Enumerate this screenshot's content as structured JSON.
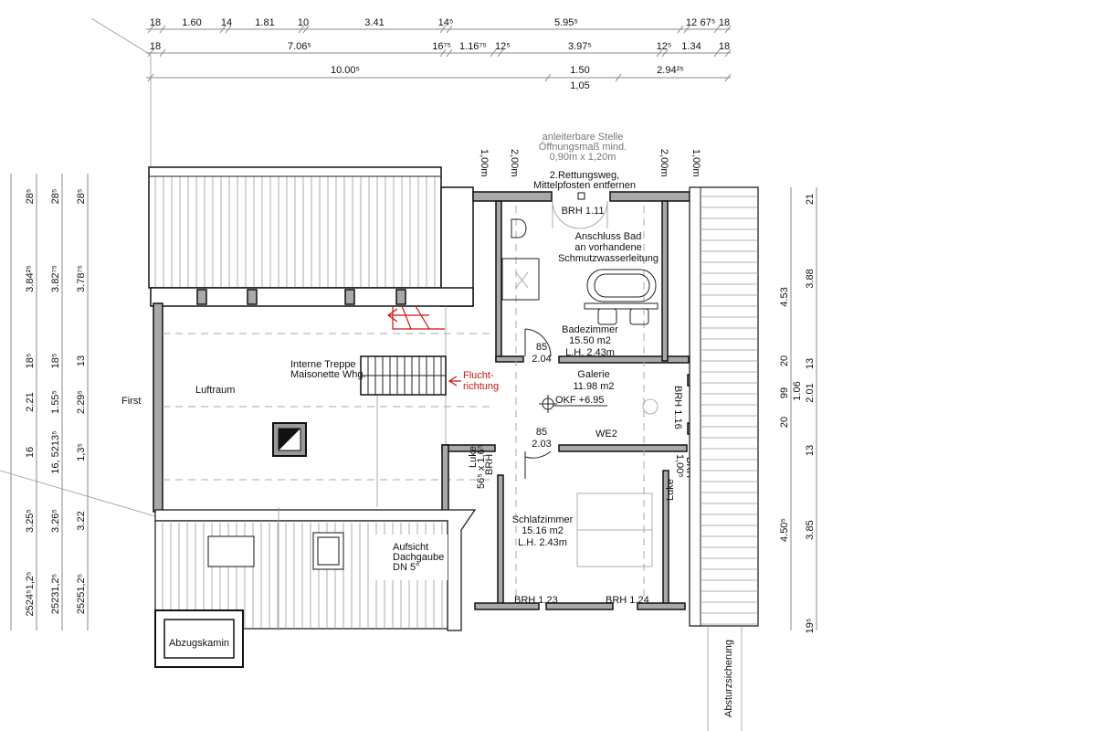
{
  "dimensions_top": {
    "row1": [
      "18",
      "1.60",
      "14",
      "1.81",
      "10",
      "3.41",
      "14⁵",
      "5.95⁵",
      "12",
      "67⁵",
      "18"
    ],
    "row2": [
      "18",
      "7.06⁵",
      "16⁷⁵",
      "1.16⁷⁵",
      "12⁵",
      "3.97⁵",
      "12⁵",
      "1.34",
      "18"
    ],
    "row3": [
      "10.00⁵",
      "1.50",
      "2.94²⁵"
    ],
    "row3_below": "1,05"
  },
  "dimensions_left": {
    "col1": [
      "28⁵",
      "3.84²⁵",
      "18⁵",
      "2.21",
      "16",
      "3.25⁵",
      "2524⁵1,2⁵"
    ],
    "col2": [
      "28⁵",
      "3.82⁷⁵",
      "18⁵",
      "1.55⁵",
      "16, 5213⁵",
      "3.26⁵",
      "25231,2⁵"
    ],
    "col3": [
      "28⁵",
      "3.78⁷⁵",
      "13",
      "2.29⁵",
      "1,3⁵",
      "3.22",
      "25251,2⁵"
    ]
  },
  "dimensions_right": {
    "col1": [
      "4.53",
      "20",
      "99",
      "1.06",
      "20",
      "4.50⁵"
    ],
    "col2": [
      "21",
      "3.88",
      "13",
      "2.01",
      "13",
      "3.85",
      "19⁵"
    ]
  },
  "window_heights": [
    "1,00m",
    "2,00m",
    "2,00m",
    "1,00m"
  ],
  "annotations": {
    "escape_note": [
      "anleiterbare Stelle",
      "Öffnungsmaß mind.",
      "0,90m x 1,20m"
    ],
    "rescue_route": [
      "2.Rettungsweg,",
      "Mittelpfosten entfernen"
    ],
    "brh_bath": "BRH 1.11",
    "drain_note": [
      "Anschluss Bad",
      "an vorhandene",
      "Schmutzwasserleitung"
    ],
    "stair_label": [
      "Interne Treppe",
      "Maisonette Whg."
    ],
    "escape_direction": [
      "Flucht-",
      "richtung"
    ],
    "first": "First",
    "brh_gallery": "BRH 1.16",
    "door_bath": [
      "85",
      "2.04"
    ],
    "door_bed": [
      "85",
      "2.03"
    ],
    "okf": "OKF +6.95",
    "unit": "WE2",
    "luke_left": [
      "Luke",
      "56⁵ x 1,6⁵",
      "BRH"
    ],
    "luke_right": [
      "Luke",
      "1,00⁵",
      "BRH"
    ],
    "brh_bed_1": "BRH 1.23",
    "brh_bed_2": "BRH 1.24",
    "dormer": [
      "Aufsicht",
      "Dachgaube",
      "DN 5°"
    ],
    "chimney": "Abzugskamin",
    "fall_protection": "Absturzsicherung"
  },
  "rooms": {
    "void": {
      "name": "Luftraum"
    },
    "bath": {
      "name": "Badezimmer",
      "area": "15.50 m2",
      "height": "L.H. 2.43m"
    },
    "gallery": {
      "name": "Galerie",
      "area": "11.98 m2"
    },
    "bedroom": {
      "name": "Schlafzimmer",
      "area": "15.16 m2",
      "height": "L.H. 2.43m"
    }
  },
  "colors": {
    "escape": "#d01010",
    "wall_fill": "#a9a9a9"
  }
}
